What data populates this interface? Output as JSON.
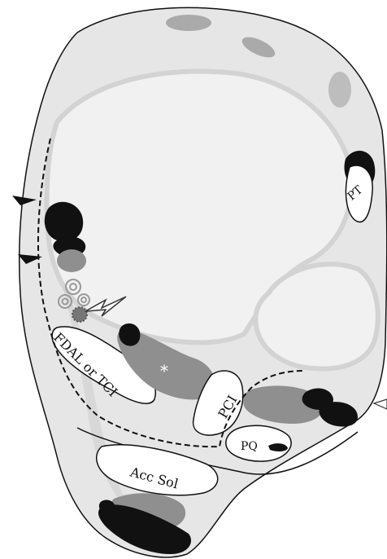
{
  "figure": {
    "labels": {
      "pt": "PT",
      "fdal": "FDAL or TCI",
      "pci": "PCI",
      "pq": "PQ",
      "acc_sol": "Acc Sol",
      "star": "*"
    },
    "colors": {
      "background": "#ffffff",
      "outer_tissue": "#e6e6e6",
      "bone": "#f1f1f1",
      "bone_edge": "#d3d3d3",
      "muscle_gray": "#8f8f8f",
      "tendon_black": "#111111",
      "tendon_white": "#ffffff",
      "outline": "#111111"
    },
    "icons": [
      "arrowhead-icon",
      "hollow-arrow-icon",
      "vessel-bundle-icon",
      "nerve-icon"
    ]
  }
}
